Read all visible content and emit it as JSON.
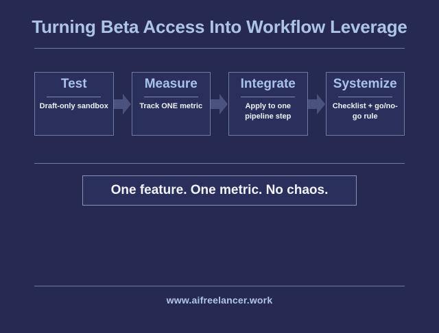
{
  "header": {
    "title": "Turning Beta Access Into Workflow Leverage"
  },
  "flow": {
    "arrow_icon": "arrow-right-icon",
    "steps": [
      {
        "title": "Test",
        "desc": "Draft-only sandbox"
      },
      {
        "title": "Measure",
        "desc": "Track ONE metric"
      },
      {
        "title": "Integrate",
        "desc": "Apply to one pipeline step"
      },
      {
        "title": "Systemize",
        "desc": "Checklist + go/no-go rule"
      }
    ]
  },
  "callout": {
    "text": "One feature. One metric. No chaos."
  },
  "footer": {
    "url": "www.aifreelancer.work"
  },
  "colors": {
    "background": "#262a53",
    "panel": "#2a2f5c",
    "accent_text": "#adc4e8",
    "body_text": "#eef1f8",
    "rule": "#8d9ab8",
    "border": "#6e7ca0",
    "arrow": "#4a537d"
  }
}
